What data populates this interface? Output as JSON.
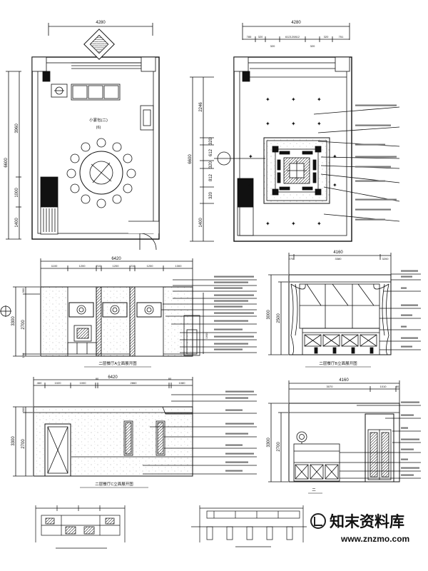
{
  "plan_left": {
    "top_dim": "4280",
    "left_dims": [
      "6600",
      "3960",
      "1000",
      "1400"
    ],
    "room_label_1": "小宴包(二)",
    "room_label_2": "(6)"
  },
  "plan_right": {
    "top_dim": "4280",
    "top_chain_a": [
      "785",
      "320",
      "612120812",
      "320",
      "751"
    ],
    "top_chain_b": [
      "320",
      "320"
    ],
    "left_dims": [
      "6600",
      "2246",
      "320",
      "612",
      "320",
      "812",
      "320",
      "1400"
    ],
    "note_lines": 9
  },
  "elev_a": {
    "total_dim": "6420",
    "chain": [
      "1100",
      "1200",
      "210",
      "1200",
      "210",
      "1200",
      "1300"
    ],
    "left_dims": [
      "3300",
      "300",
      "2700",
      "100"
    ],
    "inner_dim": "1600",
    "caption": "二层餐厅A立面展开图",
    "note_lines": 12
  },
  "elev_b": {
    "total_dim": "4160",
    "chain": [
      "270",
      "3380",
      "3200"
    ],
    "left_dims": [
      "3000",
      "2500"
    ],
    "caption": "二层餐厅B立面展开图",
    "note_lines": 8
  },
  "elev_c": {
    "total_dim": "6420",
    "chain": [
      "460",
      "1020",
      "1000",
      "80",
      "2860",
      "80",
      "1080"
    ],
    "left_dims": [
      "3300",
      "300",
      "2700"
    ],
    "caption": "二层餐厅C立面展开图",
    "note_lines": 9
  },
  "elev_d": {
    "total_dim": "4160",
    "chain": [
      "3070",
      "1010",
      "80"
    ],
    "left_dims": [
      "3300",
      "2700"
    ],
    "caption": "二",
    "note_lines": 8
  },
  "watermark": {
    "text": "知末资料库",
    "url": "www.znzmo.com"
  },
  "colors": {
    "line": "#111111",
    "speckle": "#9a9a9a",
    "watermark": "#222222"
  }
}
